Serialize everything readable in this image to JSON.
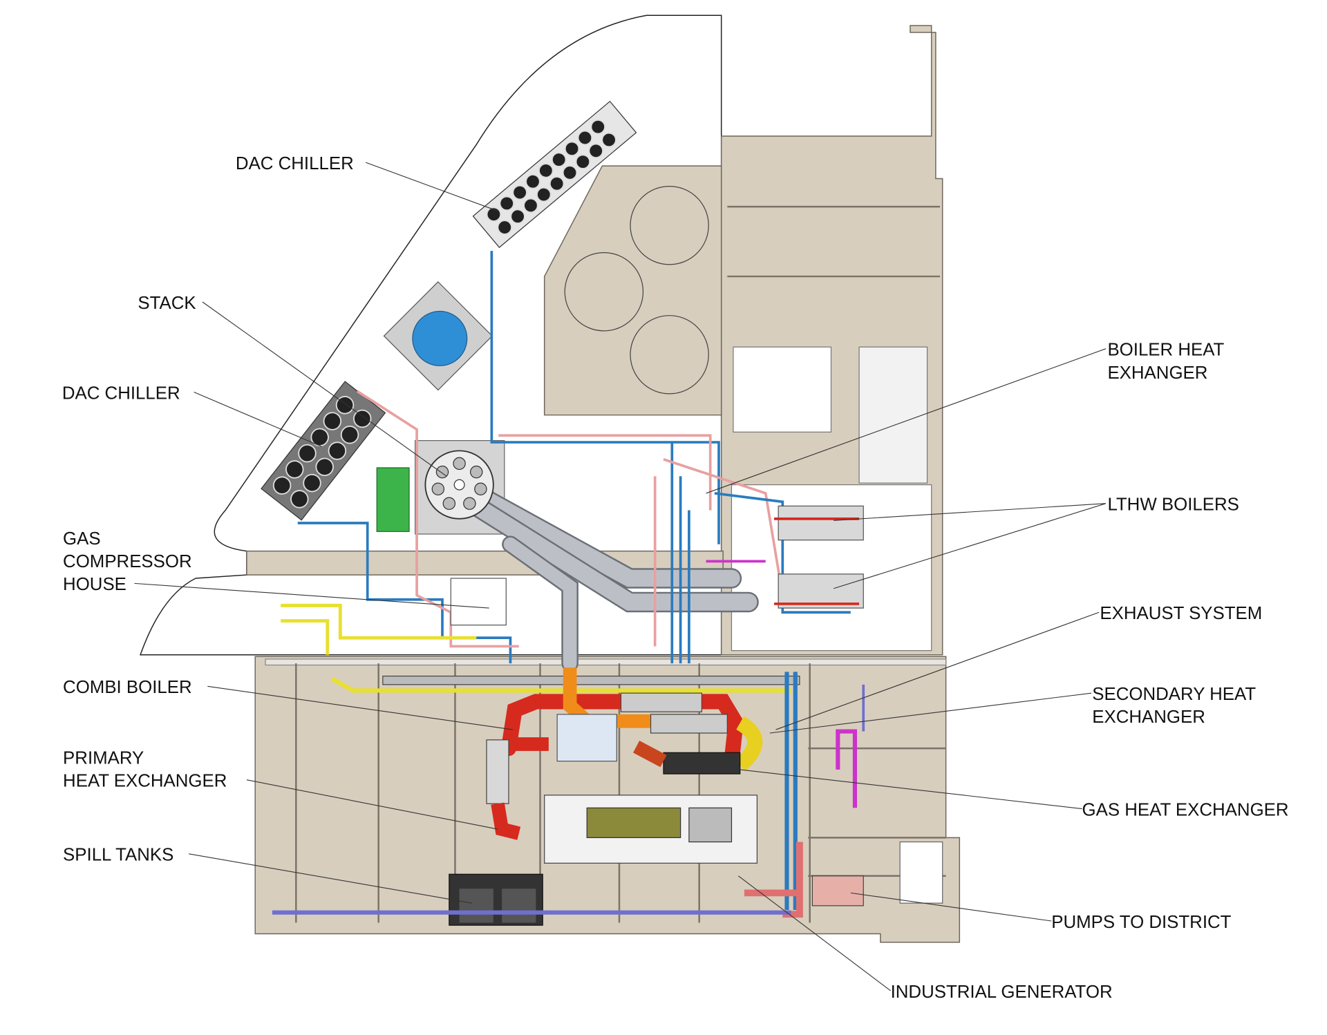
{
  "title": "Energy centre plant layout",
  "labels": {
    "dac_chiller_top": "DAC CHILLER",
    "stack": "STACK",
    "dac_chiller_left": "DAC CHILLER",
    "gas_compressor_house": [
      "GAS",
      "COMPRESSOR",
      "HOUSE"
    ],
    "combi_boiler": "COMBI BOILER",
    "primary_heat_exchanger": [
      "PRIMARY",
      "HEAT EXCHANGER"
    ],
    "spill_tanks": "SPILL TANKS",
    "boiler_heat_exchanger": [
      "BOILER HEAT",
      "EXHANGER"
    ],
    "lthw_boilers": "LTHW BOILERS",
    "exhaust_system": "EXHAUST SYSTEM",
    "secondary_heat_exchanger": [
      "SECONDARY HEAT",
      "EXCHANGER"
    ],
    "gas_heat_exchanger": "GAS HEAT EXCHANGER",
    "pumps_to_district": "PUMPS TO DISTRICT",
    "industrial_generator": "INDUSTRIAL GENERATOR"
  },
  "colors": {
    "floor": "#d8cebd",
    "hot_pipe": "#d62a1e",
    "exhaust_pipe": "#f08c1a",
    "gas_pipe": "#e8e030",
    "water_pipe": "#2a7bbf",
    "return_pipe": "#e8a0a0",
    "district_pipe": "#6f6fd0",
    "stack_tank": "#2f8fd6",
    "panel": "#3cb44a"
  }
}
